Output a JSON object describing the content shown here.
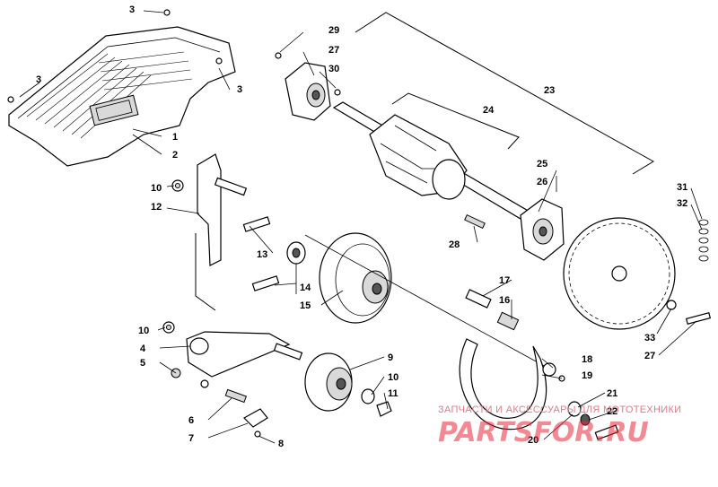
{
  "callouts": {
    "c1": "1",
    "c2": "2",
    "c3a": "3",
    "c3b": "3",
    "c3c": "3",
    "c4": "4",
    "c5": "5",
    "c6": "6",
    "c7": "7",
    "c8": "8",
    "c9": "9",
    "c10a": "10",
    "c10b": "10",
    "c10c": "10",
    "c11": "11",
    "c12": "12",
    "c13": "13",
    "c14": "14",
    "c15": "15",
    "c16": "16",
    "c17": "17",
    "c18": "18",
    "c19": "19",
    "c20": "20",
    "c21": "21",
    "c22": "22",
    "c23": "23",
    "c24": "24",
    "c25": "25",
    "c26": "26",
    "c27a": "27",
    "c27b": "27",
    "c28": "28",
    "c29": "29",
    "c30": "30",
    "c31": "31",
    "c32": "32",
    "c33": "33"
  },
  "watermark": {
    "text": "ЗАПЧАСТИ И АКСЕССУАРЫ ДЛЯ МОТОТЕХНИКИ",
    "logo": "PARTSFOR.RU"
  }
}
